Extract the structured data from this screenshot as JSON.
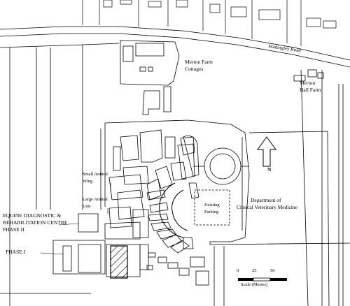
{
  "labels": {
    "madingley_road": "Madingley Road",
    "merton_farm_cottages_1": "Merton Farm",
    "merton_farm_cottages_2": "Cottages",
    "merton_hall_farm_1": "Merton",
    "merton_hall_farm_2": "Hall Farm",
    "small_animal_wing_1": "Small Animal",
    "small_animal_wing_2": "Wing",
    "large_animal_unit_1": "Large Animal",
    "large_animal_unit_2": "Unit",
    "equine_1": "EQUINE DIAGNOSTIC &",
    "equine_2": "REHABILITATION CENTRE",
    "equine_3": "PHASE II",
    "phase_1": "PHASE I",
    "existing_parking_1": "Existing",
    "existing_parking_2": "Parking",
    "department_1": "Department of",
    "department_2": "Clinical Veterinary Medicine",
    "north": "N"
  },
  "scale_bar": {
    "ticks": [
      "0",
      "25",
      "50"
    ],
    "caption": "Scale (Metres)"
  },
  "colors": {
    "line": "#000000",
    "background": "#ffffff"
  }
}
